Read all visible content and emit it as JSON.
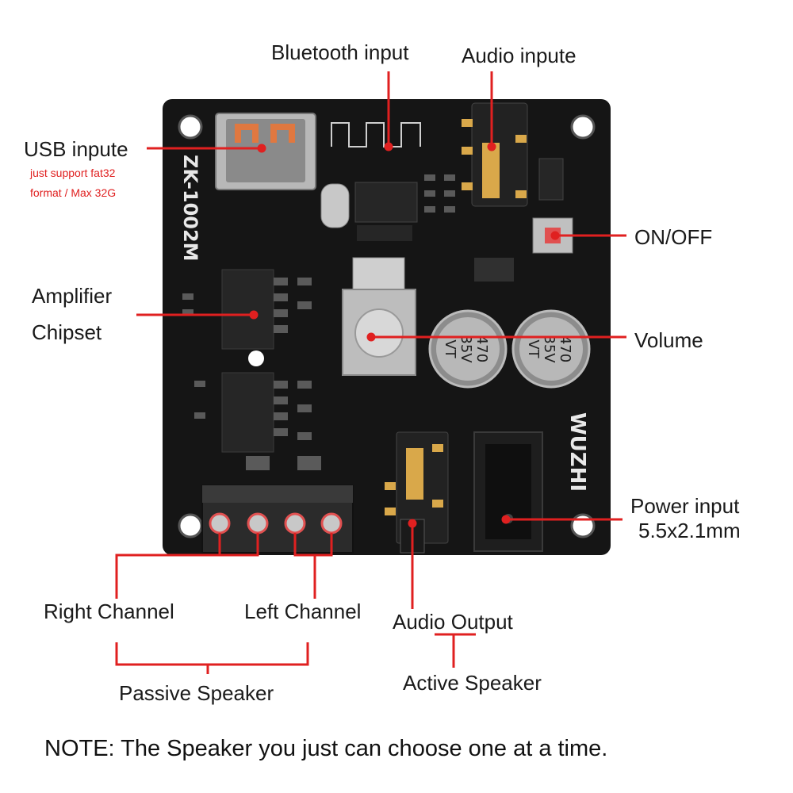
{
  "board": {
    "model": "ZK-1002M",
    "brand": "WUZHI",
    "capacitor": {
      "value": "470",
      "voltage": "35V",
      "series": "VT"
    }
  },
  "labels": {
    "bluetooth": "Bluetooth input",
    "audio_in": "Audio inpute",
    "usb": "USB inpute",
    "usb_note1": "just support fat32",
    "usb_note2": "format / Max 32G",
    "on_off": "ON/OFF",
    "amp1": "Amplifier",
    "amp2": "Chipset",
    "volume": "Volume",
    "power1": "Power input",
    "power2": "5.5x2.1mm",
    "right": "Right Channel",
    "left": "Left Channel",
    "passive": "Passive Speaker",
    "audio_out": "Audio Output",
    "active": "Active Speaker"
  },
  "note": "NOTE: The Speaker you just can choose one at a time.",
  "colors": {
    "leader": "#e02020",
    "pcb": "#151515",
    "bracket": "#e02020"
  }
}
